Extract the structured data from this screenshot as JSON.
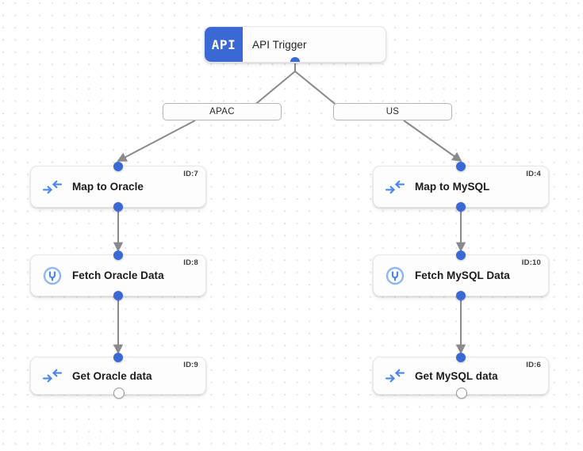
{
  "canvas": {
    "background_color": "#ffffff",
    "dot_color": "#e3e3e5",
    "accent_color": "#3b69d4",
    "edge_color": "#8a8a8e"
  },
  "trigger": {
    "icon": "api-badge-icon",
    "badge_text": "API",
    "label": "API Trigger"
  },
  "branches": [
    {
      "label": "APAC"
    },
    {
      "label": "US"
    }
  ],
  "nodes": [
    {
      "id_label": "ID:7",
      "title": "Map to Oracle",
      "icon": "map-arrows-icon"
    },
    {
      "id_label": "ID:8",
      "title": "Fetch Oracle Data",
      "icon": "database-connector-icon"
    },
    {
      "id_label": "ID:9",
      "title": "Get Oracle data",
      "icon": "map-arrows-icon"
    },
    {
      "id_label": "ID:4",
      "title": "Map to MySQL",
      "icon": "map-arrows-icon"
    },
    {
      "id_label": "ID:10",
      "title": "Fetch MySQL Data",
      "icon": "database-connector-icon"
    },
    {
      "id_label": "ID:6",
      "title": "Get MySQL data",
      "icon": "map-arrows-icon"
    }
  ]
}
